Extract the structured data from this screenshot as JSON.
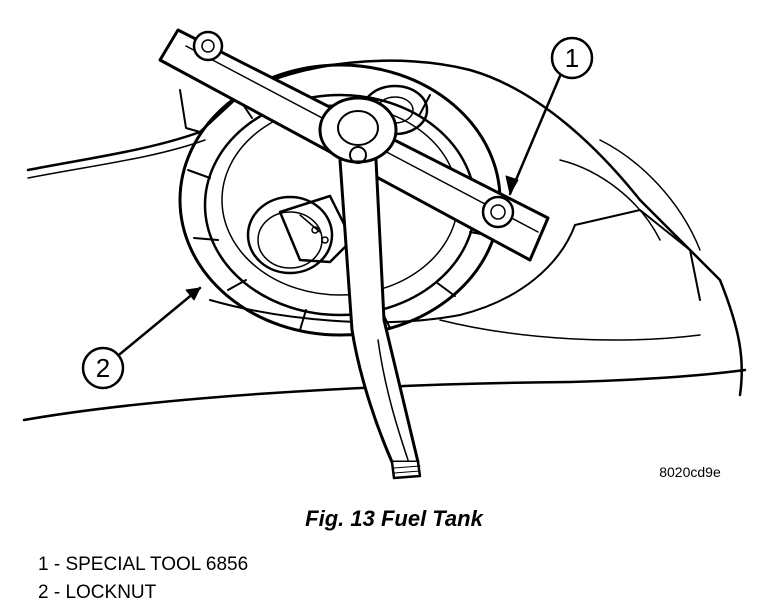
{
  "figure": {
    "caption": "Fig. 13 Fuel Tank",
    "reference_code": "8020cd9e",
    "callouts": [
      {
        "number": "1",
        "label": "SPECIAL TOOL 6856"
      },
      {
        "number": "2",
        "label": "LOCKNUT"
      }
    ]
  },
  "legend": {
    "items": [
      {
        "text": "1 - SPECIAL TOOL 6856"
      },
      {
        "text": "2 - LOCKNUT"
      }
    ]
  },
  "colors": {
    "ink": "#000000",
    "paper": "#ffffff"
  }
}
